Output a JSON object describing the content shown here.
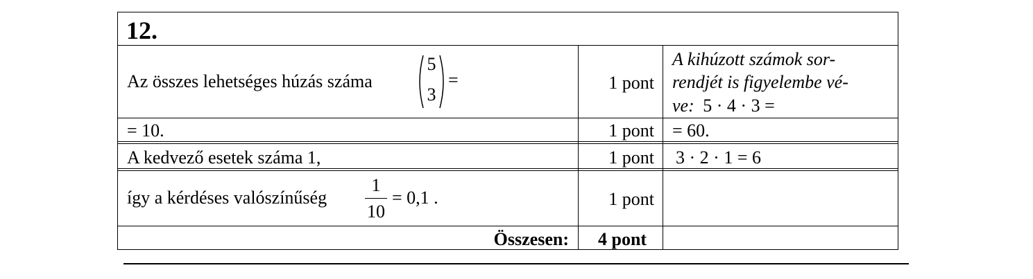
{
  "task": {
    "number": "12."
  },
  "rows": [
    {
      "text_before": "Az összes lehetséges húzás száma",
      "binom_top": "5",
      "binom_bottom": "3",
      "text_after": "=",
      "points": "1 pont",
      "note_line1": "A kihúzott számok sor-",
      "note_line2": "rendjét is figyelembe vé-",
      "note_line3_prefix": "ve:",
      "note_line3_expr": "5 · 4 · 3 ="
    },
    {
      "text": "= 10.",
      "points": "1 pont",
      "note": "= 60."
    },
    {
      "text": "A kedvező esetek száma 1,",
      "points": "1 pont",
      "note": "3 · 2 · 1 = 6"
    },
    {
      "text_before": "így a kérdéses valószínűség",
      "frac_num": "1",
      "frac_den": "10",
      "text_after": "= 0,1 .",
      "points": "1 pont",
      "note": ""
    }
  ],
  "total": {
    "label": "Összesen:",
    "points": "4 pont"
  }
}
